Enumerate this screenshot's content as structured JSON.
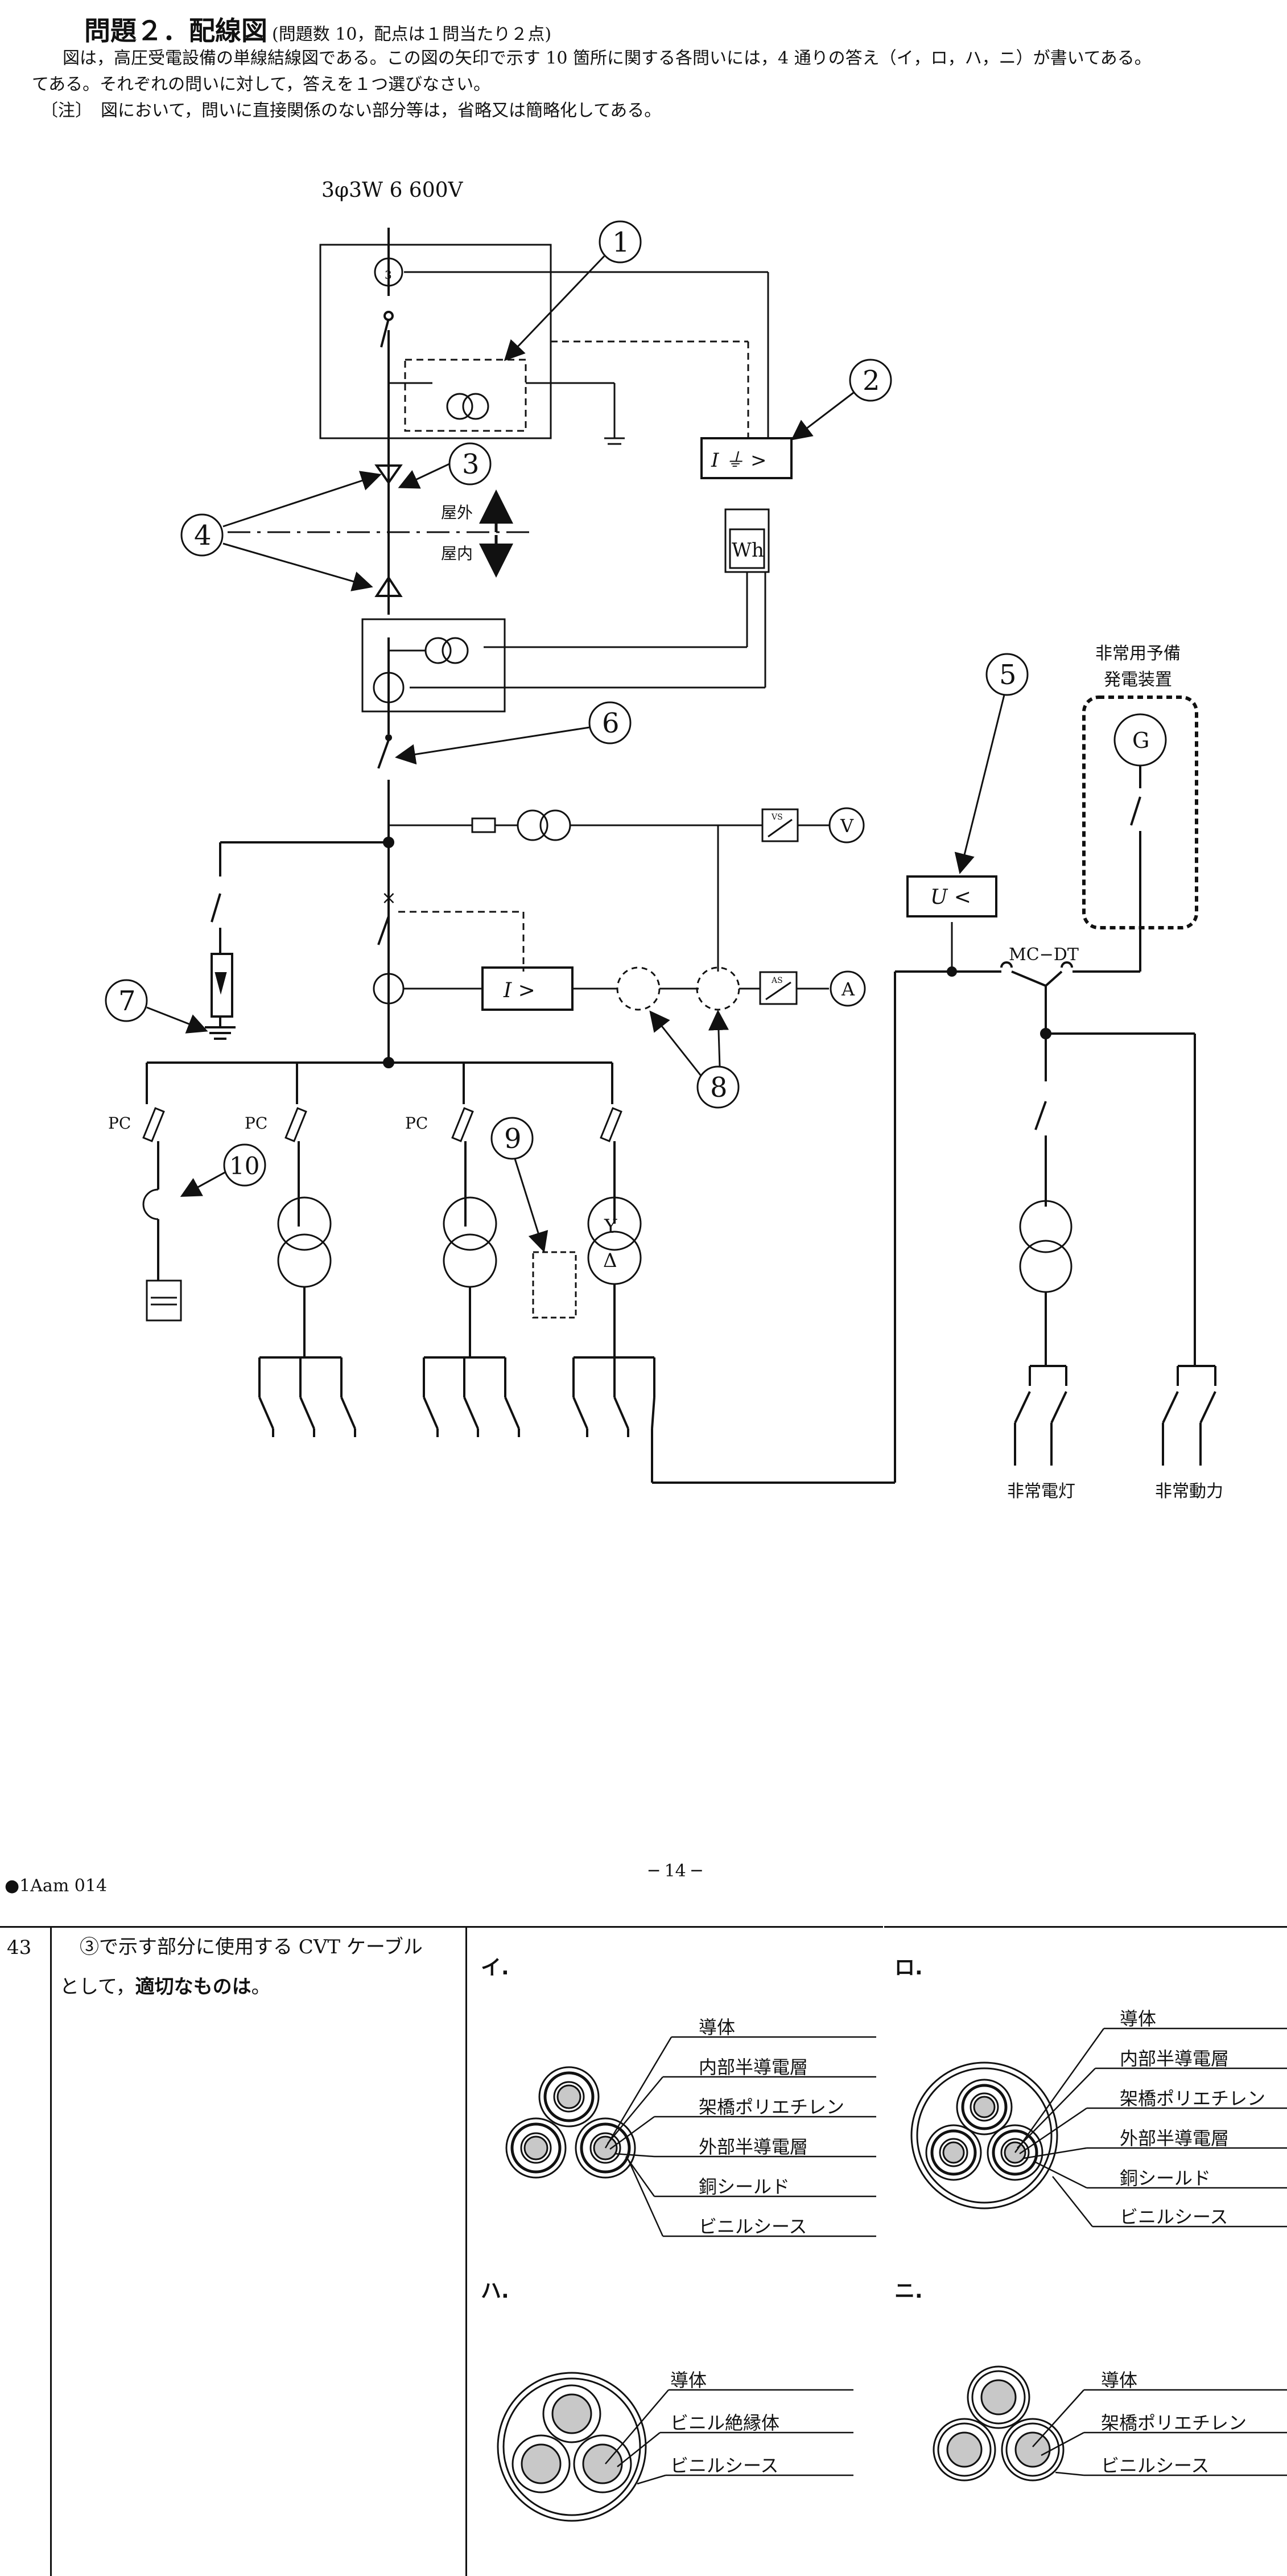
{
  "header": {
    "title": "問題２．配線図",
    "subtitle": "(問題数 10，配点は１問当たり２点)",
    "intro_line1": "図は，高圧受電設備の単線結線図である。この図の矢印で示す 10 箇所に関する各問いには，4 通りの答え（イ，ロ，ハ，ニ）が書いてある。",
    "intro_line2": "てある。それぞれの問いに対して，答えを１つ選びなさい。",
    "note": "〔注〕　図において，問いに直接関係のない部分等は，省略又は簡略化してある。"
  },
  "diagram": {
    "supply": "3φ3W  6 600V",
    "outdoor": "屋外",
    "indoor": "屋内",
    "wh": "Wh",
    "emergency_gen_line1": "非常用予備",
    "emergency_gen_line2": "発電装置",
    "gen_symbol": "G",
    "mcdt": "MC−DT",
    "uv_relay": "U <",
    "oc_relay": "I >",
    "vs": "VS",
    "as": "AS",
    "voltmeter": "V",
    "ammeter": "A",
    "pc1": "PC",
    "pc2": "PC",
    "pc3": "PC",
    "emergency_light": "非常電灯",
    "emergency_power": "非常動力",
    "markers": [
      "1",
      "2",
      "3",
      "4",
      "5",
      "6",
      "7",
      "8",
      "9",
      "10"
    ]
  },
  "footer": {
    "code": "●1Aam  014",
    "page": "─ 14 ─"
  },
  "question": {
    "number": "43",
    "text_line1": "③で示す部分に使用する CVT ケーブル",
    "text_line2a": "として，",
    "text_line2b": "適切なものは",
    "text_line2c": "。",
    "options": [
      {
        "label": "イ.",
        "layers": [
          "導体",
          "内部半導電層",
          "架橋ポリエチレン",
          "外部半導電層",
          "銅シールド",
          "ビニルシース"
        ]
      },
      {
        "label": "ロ.",
        "layers": [
          "導体",
          "内部半導電層",
          "架橋ポリエチレン",
          "外部半導電層",
          "銅シールド",
          "ビニルシース"
        ]
      },
      {
        "label": "ハ.",
        "layers": [
          "導体",
          "ビニル絶縁体",
          "ビニルシース"
        ]
      },
      {
        "label": "ニ.",
        "layers": [
          "導体",
          "架橋ポリエチレン",
          "ビニルシース"
        ]
      }
    ]
  }
}
